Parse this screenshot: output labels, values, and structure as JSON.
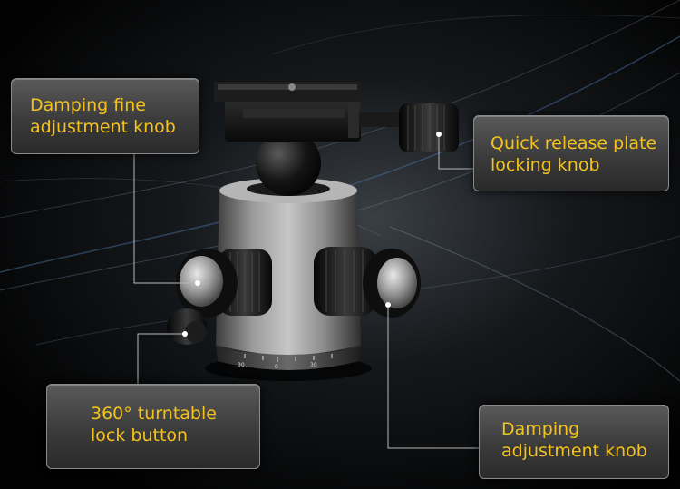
{
  "callouts": {
    "damping_fine": {
      "line1": "Damping fine",
      "line2": "adjustment knob"
    },
    "quick_release": {
      "line1": "Quick release plate",
      "line2": "locking knob"
    },
    "turntable": {
      "line1": "360° turntable",
      "line2": "lock button"
    },
    "damping": {
      "line1": "Damping",
      "line2": "adjustment knob"
    }
  },
  "dial_labels": [
    "30",
    "0",
    "30"
  ],
  "colors": {
    "label_text": "#f4c21c",
    "callout_line": "#b8b8b8",
    "background": "#050505",
    "body_metal": "#8d8d8d"
  }
}
